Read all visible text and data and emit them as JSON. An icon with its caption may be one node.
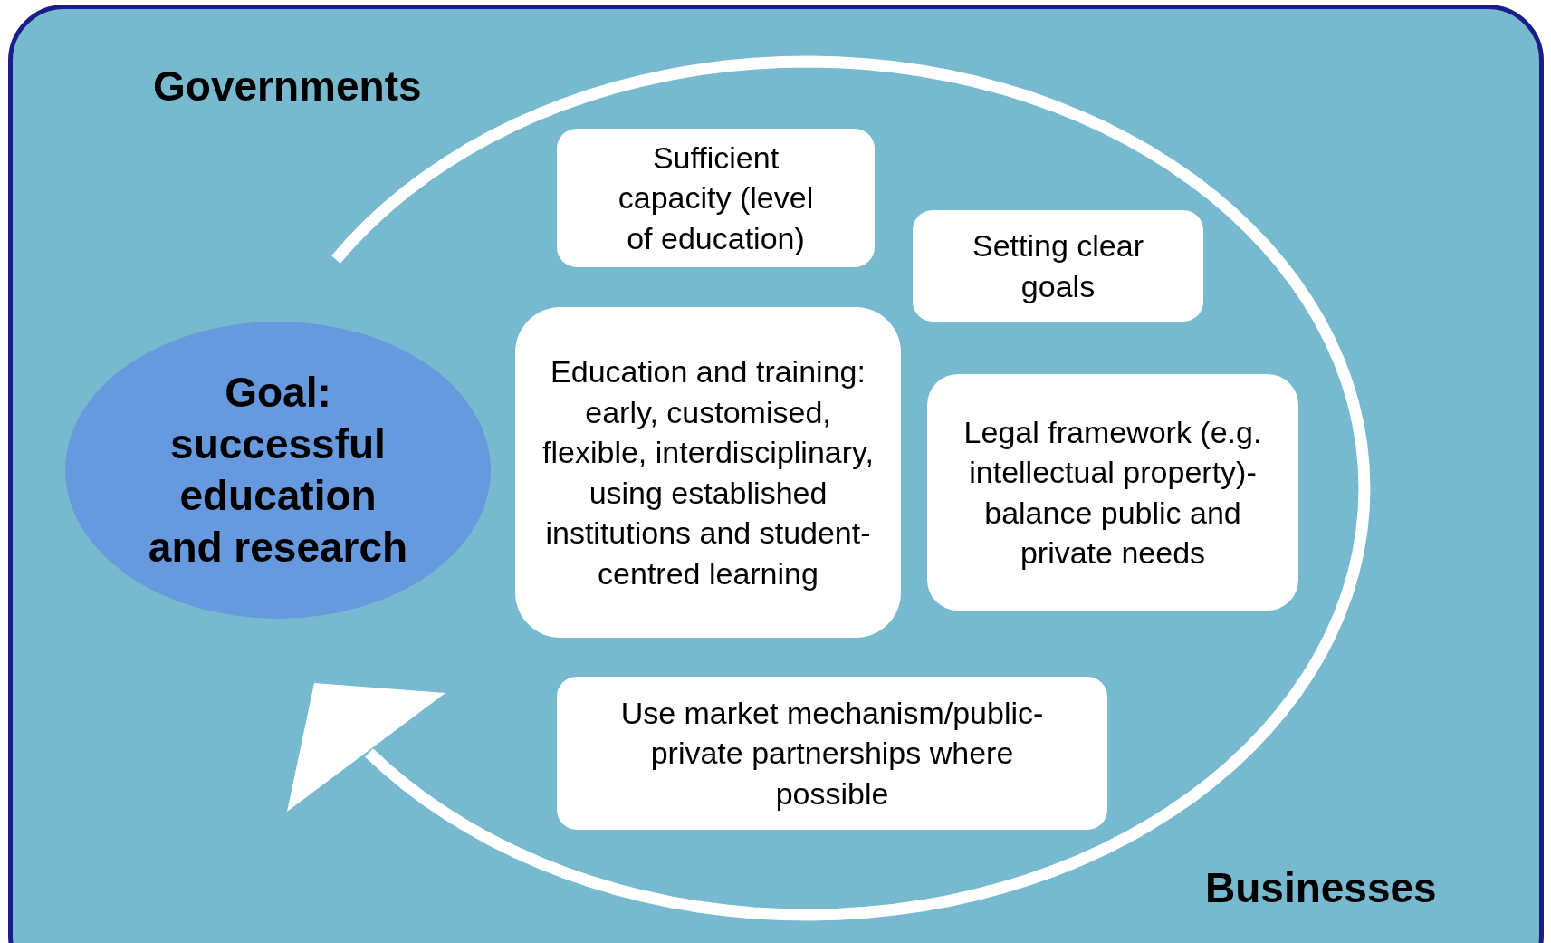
{
  "diagram": {
    "nodes": [
      {
        "text": [
          "Goal: successful education and research"
        ]
      },
      {
        "text": [
          "Sufficient capacity (level of education)"
        ]
      },
      {
        "text": [
          "Setting clear goals"
        ]
      },
      {
        "text": [
          "Education and training: early, customised, flexible, interdisciplinary, using established institutions and student-centred learning"
        ]
      },
      {
        "text": [
          "Legal framework (e.g. intellectual property)- balance public and private needs"
        ]
      },
      {
        "text": [
          "Use market mechanism/public-private partnerships where possible"
        ]
      }
    ],
    "labels": [
      "Governments",
      "Businesses"
    ]
  }
}
